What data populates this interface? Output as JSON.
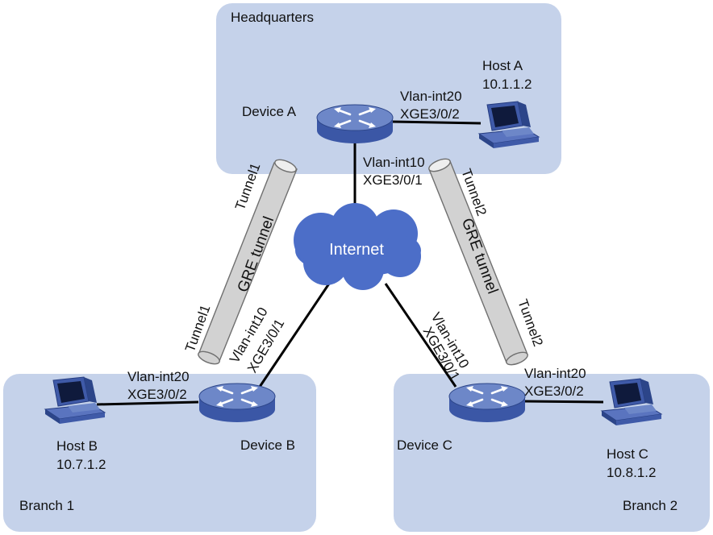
{
  "colors": {
    "zone_fill": "#c5d2ea",
    "link": "#000000",
    "tube_fill": "#d2d2d2",
    "tube_stroke": "#6f6f6f",
    "cloud_fill": "#4c6ec8",
    "router_top": "#6d87c8",
    "router_side": "#3b57a6",
    "pc_body": "#3f5aa8"
  },
  "zones": {
    "headquarters": "Headquarters",
    "branch1": "Branch 1",
    "branch2": "Branch 2"
  },
  "cloud": {
    "label": "Internet",
    "icon": "cloud-icon"
  },
  "devices": {
    "a": {
      "name": "Device A",
      "icon": "router-icon"
    },
    "b": {
      "name": "Device B",
      "icon": "router-icon"
    },
    "c": {
      "name": "Device C",
      "icon": "router-icon"
    }
  },
  "hosts": {
    "a": {
      "name": "Host A",
      "ip": "10.1.1.2",
      "icon": "pc-icon"
    },
    "b": {
      "name": "Host B",
      "ip": "10.7.1.2",
      "icon": "pc-icon"
    },
    "c": {
      "name": "Host C",
      "ip": "10.8.1.2",
      "icon": "pc-icon"
    }
  },
  "interfaces": {
    "a_host": {
      "vlan": "Vlan-int20",
      "port": "XGE3/0/2"
    },
    "a_wan": {
      "vlan": "Vlan-int10",
      "port": "XGE3/0/1"
    },
    "b_host": {
      "vlan": "Vlan-int20",
      "port": "XGE3/0/2"
    },
    "b_wan": {
      "vlan": "Vlan-int10",
      "port": "XGE3/0/1"
    },
    "c_wan": {
      "vlan": "Vlan-int10",
      "port": "XGE3/0/1"
    },
    "c_host": {
      "vlan": "Vlan-int20",
      "port": "XGE3/0/2"
    }
  },
  "tunnels": {
    "left": {
      "label": "GRE tunnel",
      "end_top": "Tunnel1",
      "end_bottom": "Tunnel1"
    },
    "right": {
      "label": "GRE tunnel",
      "end_top": "Tunnel2",
      "end_bottom": "Tunnel2"
    }
  }
}
